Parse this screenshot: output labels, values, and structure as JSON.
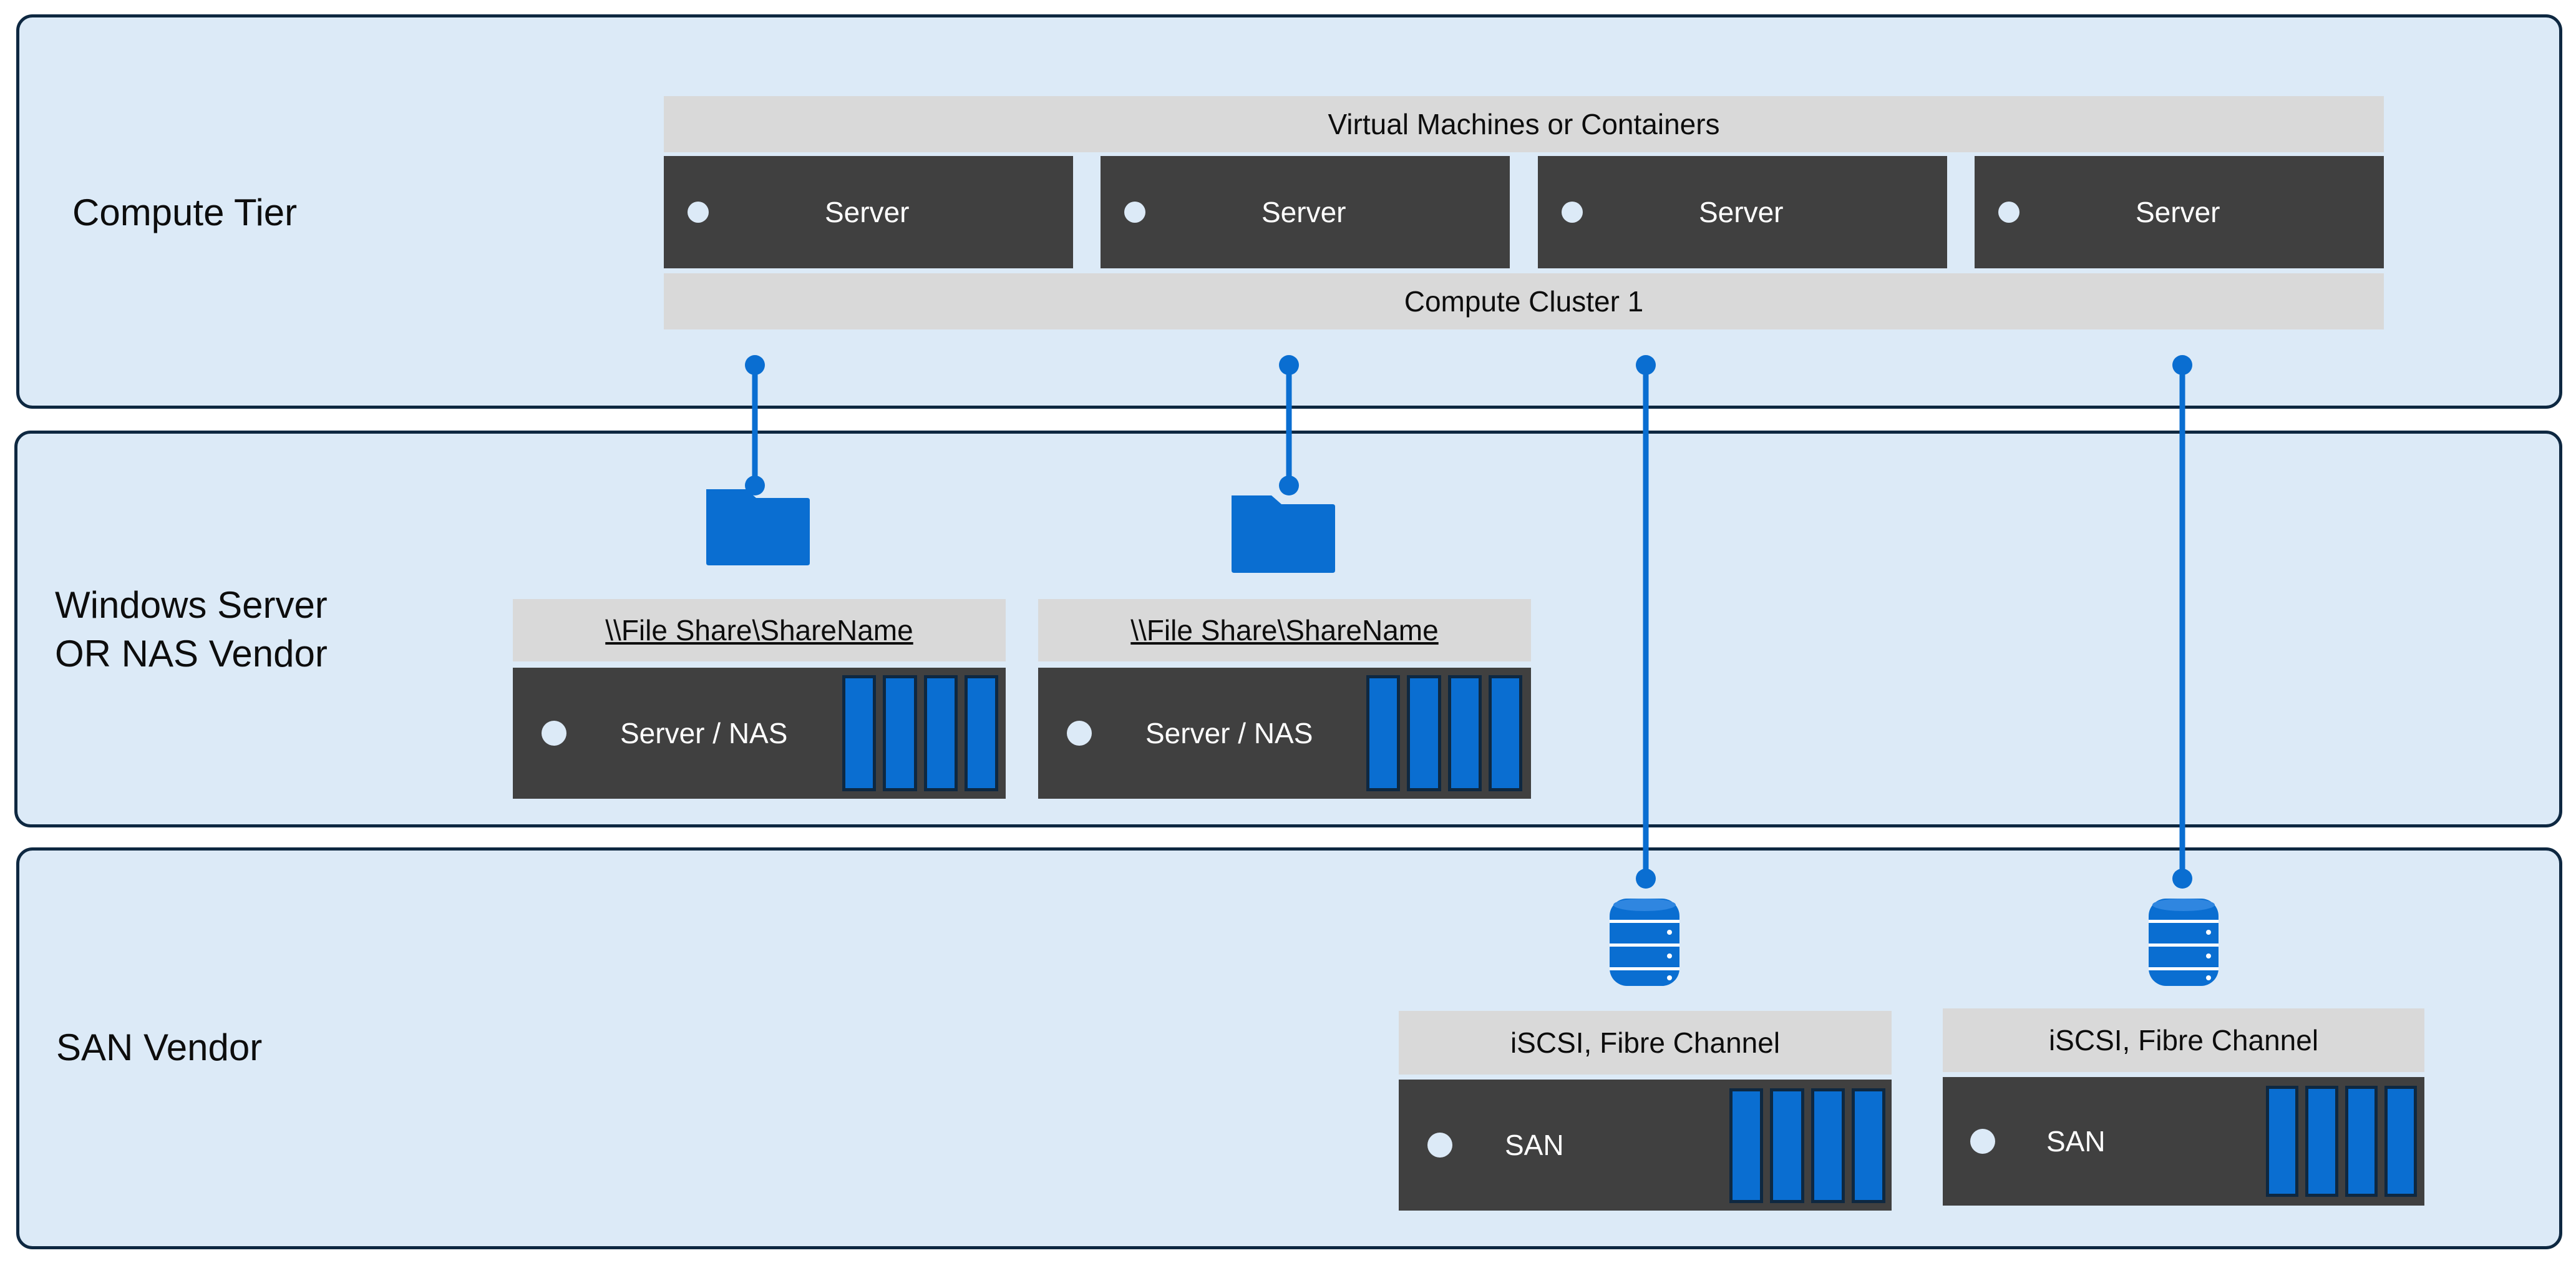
{
  "tiers": {
    "compute": "Compute Tier",
    "nas": "Windows Server\nOR  NAS Vendor",
    "san": "SAN Vendor"
  },
  "compute": {
    "top_bar": "Virtual Machines or Containers",
    "servers": [
      "Server",
      "Server",
      "Server",
      "Server"
    ],
    "cluster_bar": "Compute Cluster 1"
  },
  "nas": {
    "shares": [
      "\\\\File Share\\ShareName",
      "\\\\File Share\\ShareName"
    ],
    "boxes": [
      "Server / NAS",
      "Server / NAS"
    ]
  },
  "san": {
    "protocols": [
      "iSCSI, Fibre Channel",
      "iSCSI, Fibre Channel"
    ],
    "boxes": [
      "SAN",
      "SAN"
    ]
  },
  "icons": {
    "share": "folder-icon",
    "lun": "database-icon",
    "drive": "drive-bay-icon"
  },
  "colors": {
    "panel_fill": "#dceaf7",
    "panel_border": "#0e2841",
    "accent": "#0a6ed1",
    "box_dark": "#404040",
    "label_bar": "#d9d9d9"
  }
}
